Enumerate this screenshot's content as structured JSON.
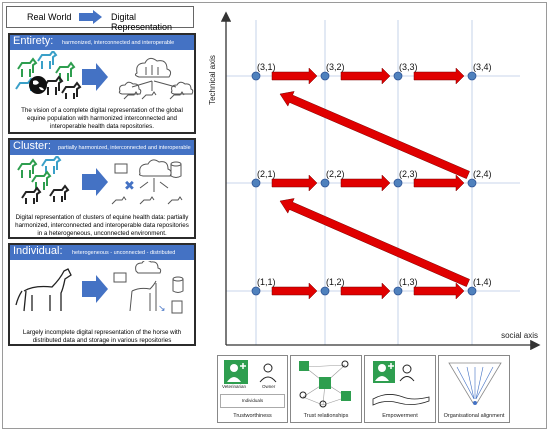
{
  "legend": {
    "left": "Real World",
    "right": "Digital Representation"
  },
  "levels": [
    {
      "title": "Entirety:",
      "subtitle": "harmonized, interconnected and interoperable",
      "description": "The vision of a complete digital representation of the global equine population with harmonized interconnected and interoperable health data repositories."
    },
    {
      "title": "Cluster:",
      "subtitle": "partially harmonized, interconnected and interoperable",
      "description": "Digital representation of clusters of equine health data: partially harmonized, interconnected and interoperable data repositories in a heterogeneous, unconnected environment."
    },
    {
      "title": "Individual:",
      "subtitle": "heterogeneous - unconnected - distributed",
      "description": "Largely incomplete digital representation of the horse with distributed data and storage in various repositories"
    }
  ],
  "axes": {
    "y_label": "Technical axis",
    "x_label": "social axis"
  },
  "grid_points": [
    {
      "label": "(3,1)",
      "col": 1,
      "row": 3
    },
    {
      "label": "(3,2)",
      "col": 2,
      "row": 3
    },
    {
      "label": "(3,3)",
      "col": 3,
      "row": 3
    },
    {
      "label": "(3,4)",
      "col": 4,
      "row": 3
    },
    {
      "label": "(2,1)",
      "col": 1,
      "row": 2
    },
    {
      "label": "(2,2)",
      "col": 2,
      "row": 2
    },
    {
      "label": "(2,3)",
      "col": 3,
      "row": 2
    },
    {
      "label": "(2,4)",
      "col": 4,
      "row": 2
    },
    {
      "label": "(1,1)",
      "col": 1,
      "row": 1
    },
    {
      "label": "(1,2)",
      "col": 2,
      "row": 1
    },
    {
      "label": "(1,3)",
      "col": 3,
      "row": 1
    },
    {
      "label": "(1,4)",
      "col": 4,
      "row": 1
    }
  ],
  "colors": {
    "accent_blue": "#4472c4",
    "arrow_red": "#e00000",
    "node_blue": "#4f81bd",
    "green_badge": "#2e9e4f"
  },
  "bottom_panels": [
    {
      "label": "Trustworthiness",
      "inner": [
        "Veterinarian",
        "Owner",
        "Individuals"
      ]
    },
    {
      "label": "Trust relationships",
      "inner": []
    },
    {
      "label": "Empowerment",
      "inner": []
    },
    {
      "label": "Organisational alignment",
      "inner": []
    }
  ]
}
